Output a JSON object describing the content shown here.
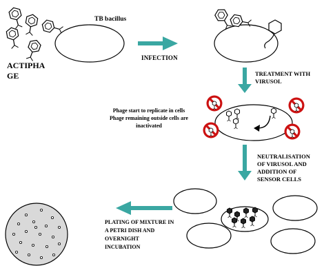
{
  "labels": {
    "tb_bacillus": "TB bacillus",
    "actiphage": "ACTIPHA\nGE",
    "infection": "INFECTION",
    "treatment": "TREATMENT WITH\nVIRUSOL",
    "phage_note": "Phage start to replicate in cells\nPhage remaining outside cells are\ninactivated",
    "neutralisation": "NEUTRALISATION\nOF VIRUSOL AND\nADDITION OF\nSENSOR CELLS",
    "plating": "PLATING OF MIXTURE IN\nA PETRI DISH AND\nOVERNIGHT\nINCUBATION"
  },
  "colors": {
    "arrow": "#3aa7a2",
    "prohibit": "#cc1111",
    "dish": "#d9d9d9",
    "cell_fill": "#ffffff",
    "outline": "#000000"
  },
  "icons": {
    "phage": "phage-icon",
    "prohibition": "no-entry-icon"
  }
}
